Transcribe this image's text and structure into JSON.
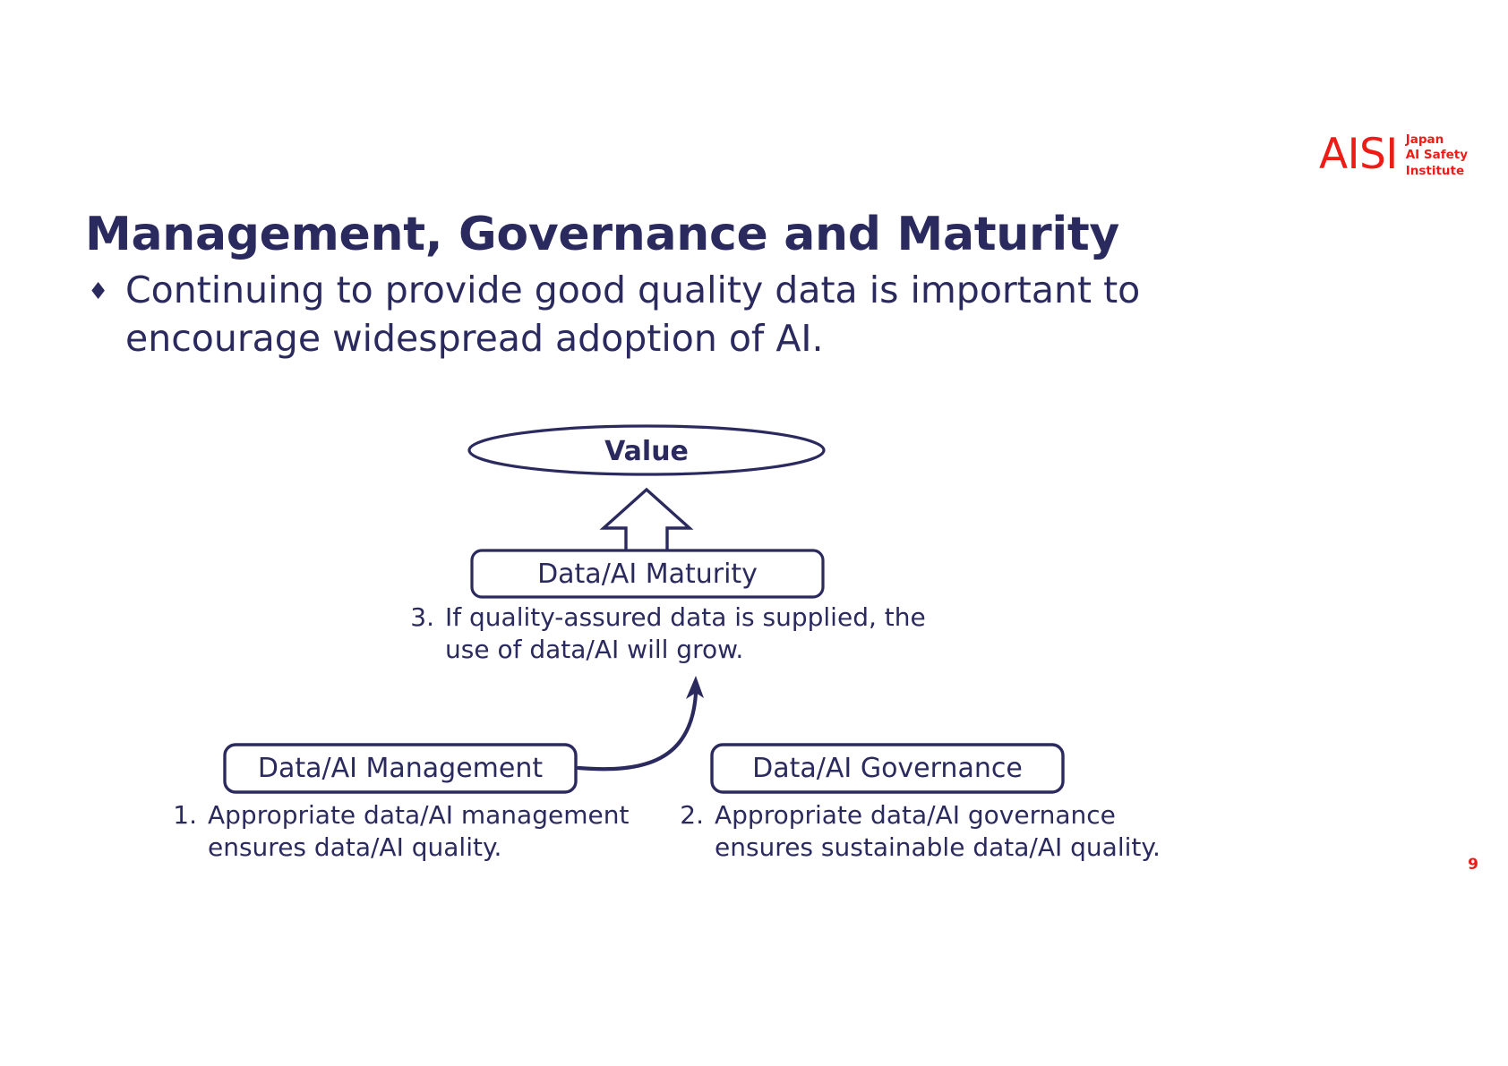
{
  "logo": {
    "mark": "AISI",
    "line1": "Japan",
    "line2": "AI Safety",
    "line3": "Institute",
    "color": "#ed1c16"
  },
  "title": "Management, Governance and Maturity",
  "bullet": {
    "marker": "♦",
    "text": "Continuing to provide good quality data is important to encourage widespread adoption of AI."
  },
  "diagram": {
    "value_node": "Value",
    "maturity_node": "Data/AI Maturity",
    "management_node": "Data/AI Management",
    "governance_node": "Data/AI Governance",
    "stroke_color": "#2b2a5e"
  },
  "captions": {
    "item1": {
      "number": "1.",
      "text": "Appropriate data/AI management ensures data/AI quality."
    },
    "item2": {
      "number": "2.",
      "text": "Appropriate data/AI governance ensures sustainable data/AI quality."
    },
    "item3": {
      "number": "3.",
      "text": "If quality-assured data is supplied, the use of data/AI will grow."
    }
  },
  "page_number": "9"
}
